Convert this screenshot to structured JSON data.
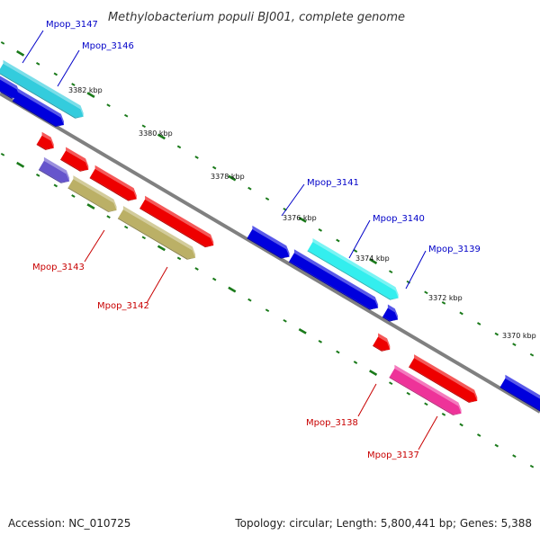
{
  "title": "Methylobacterium populi BJ001, complete genome",
  "footer": {
    "accession": "Accession: NC_010725",
    "topology": "Topology: circular; Length: 5,800,441 bp; Genes: 5,388"
  },
  "colors": {
    "backbone": "#808080",
    "tick": "#1a7a1a",
    "forward_label": "#0000c8",
    "reverse_label": "#c80000"
  },
  "ruler": {
    "labels": [
      "3382 kbp",
      "3380 kbp",
      "3378 kbp",
      "3376 kbp",
      "3374 kbp",
      "3372 kbp",
      "3370 kbp"
    ]
  },
  "gene_labels": [
    {
      "name": "Mpop_3147",
      "strand": "forward"
    },
    {
      "name": "Mpop_3146",
      "strand": "forward"
    },
    {
      "name": "Mpop_3141",
      "strand": "forward"
    },
    {
      "name": "Mpop_3140",
      "strand": "forward"
    },
    {
      "name": "Mpop_3139",
      "strand": "forward"
    },
    {
      "name": "Mpop_3143",
      "strand": "reverse"
    },
    {
      "name": "Mpop_3142",
      "strand": "reverse"
    },
    {
      "name": "Mpop_3138",
      "strand": "reverse"
    },
    {
      "name": "Mpop_3137",
      "strand": "reverse"
    }
  ],
  "features": [
    {
      "id": "f-cyan-top",
      "color": "#33ccdd"
    },
    {
      "id": "f-blue-top-a",
      "color": "#0000dd"
    },
    {
      "id": "f-blue-top-b",
      "color": "#0000dd"
    },
    {
      "id": "f-red-small-1",
      "color": "#ee0000"
    },
    {
      "id": "f-red-small-2",
      "color": "#ee0000"
    },
    {
      "id": "f-purple",
      "color": "#6655cc"
    },
    {
      "id": "f-red-mid-1",
      "color": "#ee0000"
    },
    {
      "id": "f-olive-1",
      "color": "#bbb066"
    },
    {
      "id": "f-red-mid-2",
      "color": "#ee0000"
    },
    {
      "id": "f-olive-2",
      "color": "#bbb066"
    },
    {
      "id": "f-blue-mid",
      "color": "#0000dd"
    },
    {
      "id": "f-cyan-mid",
      "color": "#33eeee"
    },
    {
      "id": "f-blue-long",
      "color": "#0000dd"
    },
    {
      "id": "f-blue-small",
      "color": "#0000dd"
    },
    {
      "id": "f-red-small-3",
      "color": "#ee0000"
    },
    {
      "id": "f-red-low",
      "color": "#ee0000"
    },
    {
      "id": "f-magenta",
      "color": "#ee3399"
    },
    {
      "id": "f-blue-edge",
      "color": "#0000dd"
    }
  ]
}
